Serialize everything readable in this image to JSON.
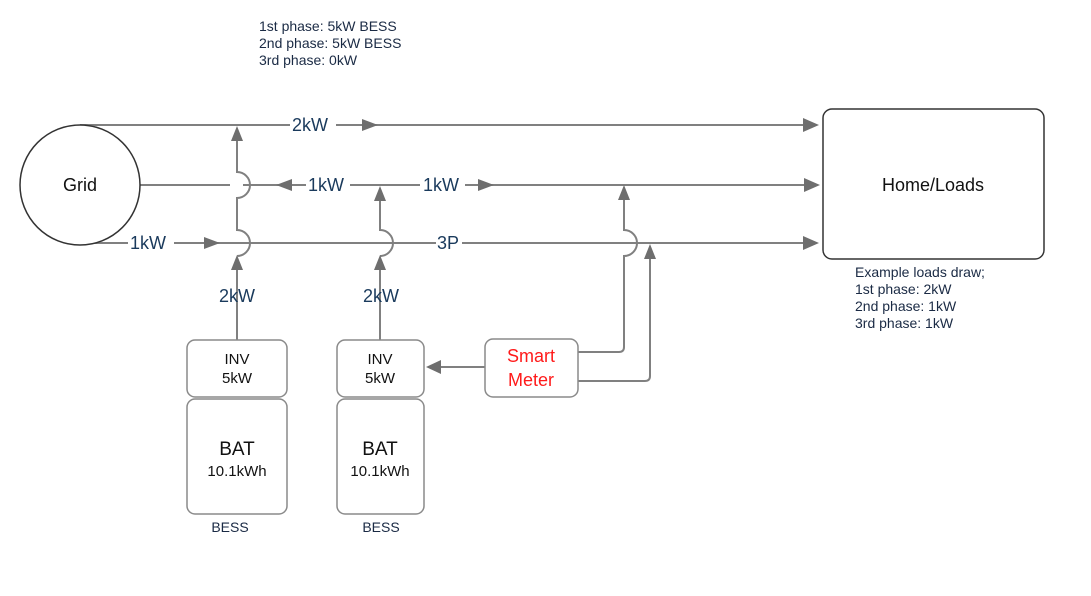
{
  "top_note": {
    "lines": [
      "1st phase: 5kW BESS",
      "2nd phase: 5kW BESS",
      "3rd phase: 0kW"
    ]
  },
  "grid": {
    "label": "Grid"
  },
  "home": {
    "label": "Home/Loads"
  },
  "load_note": {
    "lines": [
      "Example loads draw;",
      "1st phase: 2kW",
      "2nd phase: 1kW",
      "3rd phase: 1kW"
    ]
  },
  "flows": {
    "phase1": "2kW",
    "phase2_left": "1kW",
    "phase2_right": "1kW",
    "phase3_grid": "1kW",
    "phase3_label": "3P",
    "bess1_output": "2kW",
    "bess2_output": "2kW"
  },
  "bess": [
    {
      "inv_title": "INV",
      "inv_rating": "5kW",
      "bat_title": "BAT",
      "bat_capacity": "10.1kWh",
      "caption": "BESS"
    },
    {
      "inv_title": "INV",
      "inv_rating": "5kW",
      "bat_title": "BAT",
      "bat_capacity": "10.1kWh",
      "caption": "BESS"
    }
  ],
  "smart_meter": {
    "line1": "Smart",
    "line2": "Meter"
  },
  "colors": {
    "line": "#808080",
    "arrow": "#6e6e6e",
    "smart_meter_text": "#ff1a1a",
    "label_text": "#1a3a5c"
  }
}
